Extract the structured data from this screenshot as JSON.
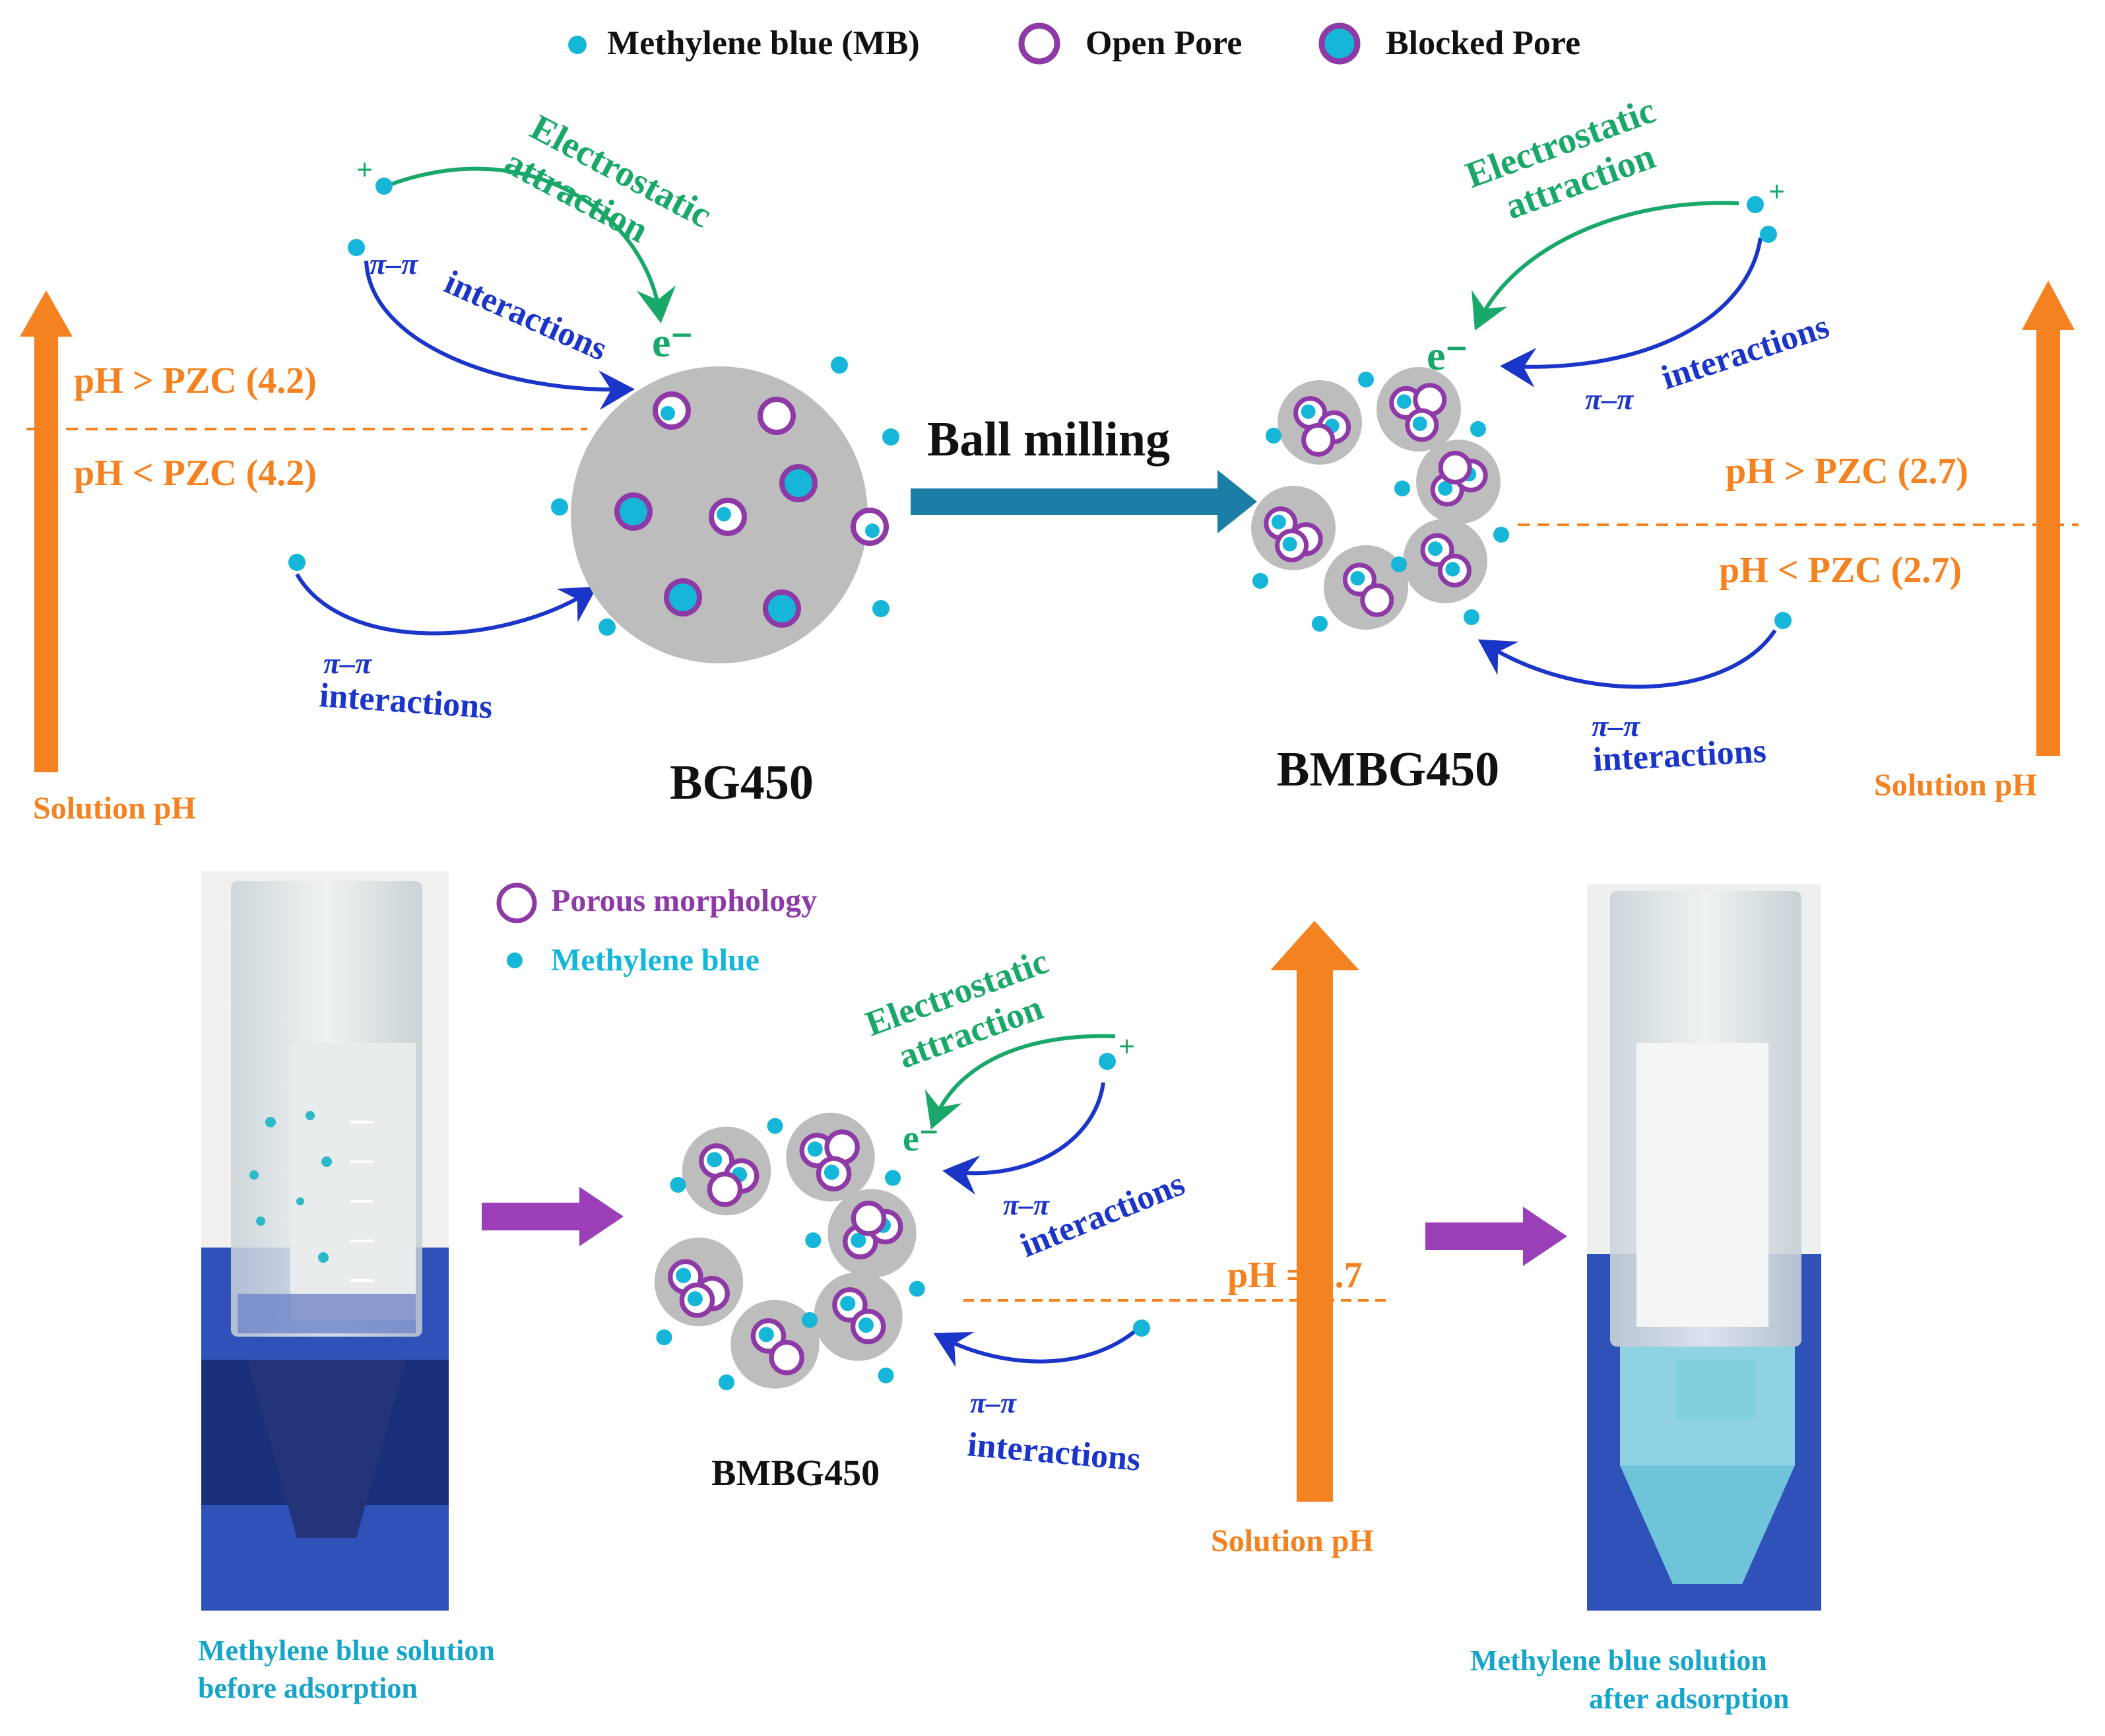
{
  "legend": {
    "mb": "Methylene blue (MB)",
    "open_pore": "Open Pore",
    "blocked_pore": "Blocked Pore"
  },
  "top_left": {
    "ph_above": "pH > PZC (4.2)",
    "ph_below": "pH <  PZC (4.2)",
    "axis_label": "Solution pH",
    "electrostatic_line1": "Electrostatic",
    "electrostatic_line2": "attraction",
    "pipi_upper": "π–π",
    "interactions_upper": "interactions",
    "pipi_lower": "π–π",
    "interactions_lower": "interactions",
    "electron": "e⁻",
    "plus": "+",
    "particle_label": "BG450"
  },
  "process": {
    "label": "Ball milling"
  },
  "top_right": {
    "ph_above": "pH > PZC (2.7)",
    "ph_below": "pH <  PZC (2.7)",
    "axis_label": "Solution pH",
    "electrostatic_line1": "Electrostatic",
    "electrostatic_line2": "attraction",
    "pipi_upper": "π–π",
    "interactions_upper": "interactions",
    "pipi_lower": "π–π",
    "interactions_lower": "interactions",
    "electron": "e⁻",
    "plus": "+",
    "particle_label": "BMBG450"
  },
  "bottom": {
    "legend_porous": "Porous  morphology",
    "legend_mb": "Methylene blue",
    "electrostatic_line1": "Electrostatic",
    "electrostatic_line2": "attraction",
    "pipi_upper": "π–π",
    "interactions_upper": "interactions",
    "pipi_lower": "π–π",
    "interactions_lower": "interactions",
    "electron": "e⁻",
    "plus": "+",
    "ph_value": "pH = 2.7",
    "axis_label": "Solution pH",
    "particle_label": "BMBG450",
    "before_line1": "Methylene blue solution",
    "before_line2": "before adsorption",
    "after_line1": "Methylene blue solution",
    "after_line2": "after adsorption"
  },
  "colors": {
    "orange": "#f58220",
    "green": "#1aa86a",
    "blue": "#1a35c8",
    "cyan": "#16b6d8",
    "purple": "#8e3aa6",
    "gray": "#bdbdbd",
    "teal_arrow": "#1b7ea6",
    "violet_arrow": "#9a3fb8"
  }
}
